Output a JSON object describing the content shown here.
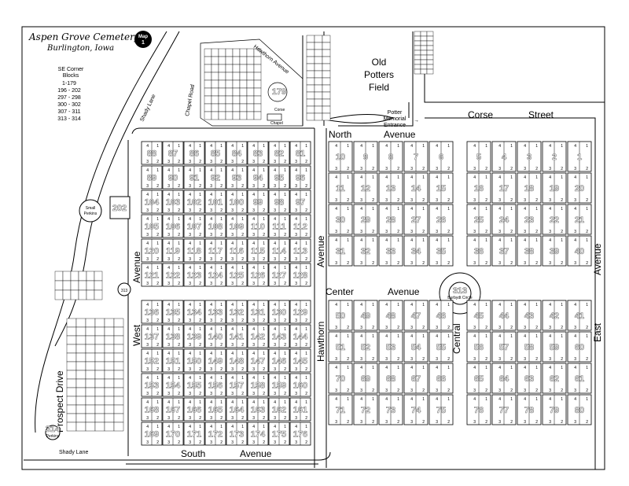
{
  "title": {
    "line1": "Aspen Grove Cemetery",
    "line2": "Burlington, Iowa",
    "badge_top": "Map",
    "badge_num": "1"
  },
  "legend": {
    "heading1": "SE Corner",
    "heading2": "Blocks",
    "ranges": [
      "1-179",
      "196 - 202",
      "297 - 298",
      "300 - 302",
      "307 - 311",
      "313 - 314"
    ]
  },
  "streets": {
    "shady_lane_top": "Shady Lane",
    "shady_lane_bottom": "Shady Lane",
    "chapel_road": "Chapel Road",
    "hawthorn_avenue_top": "Hawthorn Avenue",
    "north": "North",
    "north_avenue": "Avenue",
    "corse": "Corse",
    "corse_street": "Street",
    "center": "Center",
    "center_avenue": "Avenue",
    "south": "South",
    "south_avenue": "Avenue",
    "west": "West",
    "west_avenue": "Avenue",
    "hawthorn": "Hawthorn",
    "hawthorn_avenue": "Avenue",
    "central": "Central",
    "east": "East",
    "east_avenue": "Avenue",
    "prospect_drive": "Prospect Drive"
  },
  "places": {
    "old_potters_field_1": "Old",
    "old_potters_field_2": "Potters",
    "old_potters_field_3": "Field",
    "potter_1": "Potter",
    "potter_2": "Memorial",
    "potter_3": "Entrance",
    "corse_chapel": "Corse",
    "chapel": "Chapel",
    "small_perkins_1": "Small",
    "small_perkins_2": "Perkins",
    "circle_num": "313",
    "circle_name": "Burbydt Circle",
    "left_circle_num": "314",
    "left_circle_name": "Perkins",
    "small_circle_num": "313",
    "block_202": "202",
    "block_179": "179"
  },
  "lot_numbers": [
    "1",
    "2",
    "3",
    "4"
  ],
  "blocks": {
    "right_row1": [
      "10",
      "9",
      "8",
      "7",
      "6",
      "5",
      "4",
      "3",
      "2",
      "1"
    ],
    "right_row2": [
      "11",
      "12",
      "13",
      "14",
      "15",
      "16",
      "17",
      "18",
      "19",
      "20"
    ],
    "right_row3": [
      "30",
      "29",
      "28",
      "27",
      "26",
      "25",
      "24",
      "23",
      "22",
      "21"
    ],
    "right_row4": [
      "31",
      "32",
      "33",
      "34",
      "35",
      "36",
      "37",
      "38",
      "39",
      "40"
    ],
    "right_row5": [
      "50",
      "49",
      "48",
      "47",
      "46",
      "45",
      "44",
      "43",
      "42",
      "41"
    ],
    "right_row6": [
      "51",
      "52",
      "53",
      "54",
      "55",
      "56",
      "57",
      "58",
      "59",
      "60"
    ],
    "right_row7": [
      "70",
      "69",
      "68",
      "67",
      "66",
      "65",
      "64",
      "63",
      "62",
      "61"
    ],
    "right_row8": [
      "71",
      "72",
      "73",
      "74",
      "75",
      "76",
      "77",
      "78",
      "79",
      "80"
    ],
    "left_row1": [
      "88",
      "87",
      "86",
      "85",
      "84",
      "83",
      "82",
      "81"
    ],
    "left_row2": [
      "89",
      "90",
      "91",
      "92",
      "93",
      "94",
      "95",
      "96"
    ],
    "left_row3": [
      "104",
      "103",
      "102",
      "101",
      "100",
      "99",
      "98",
      "97"
    ],
    "left_row4": [
      "105",
      "106",
      "107",
      "108",
      "109",
      "110",
      "111",
      "112"
    ],
    "left_row5": [
      "120",
      "119",
      "118",
      "117",
      "116",
      "115",
      "114",
      "113"
    ],
    "left_row6": [
      "121",
      "122",
      "123",
      "124",
      "125",
      "126",
      "127",
      "128"
    ],
    "left_row7": [
      "136",
      "135",
      "134",
      "133",
      "132",
      "131",
      "130",
      "129"
    ],
    "left_row8": [
      "137",
      "138",
      "139",
      "140",
      "141",
      "142",
      "143",
      "144"
    ],
    "left_row9": [
      "152",
      "151",
      "150",
      "149",
      "148",
      "147",
      "146",
      "145"
    ],
    "left_row10": [
      "153",
      "154",
      "155",
      "156",
      "157",
      "158",
      "159",
      "160"
    ],
    "left_row11": [
      "168",
      "167",
      "166",
      "165",
      "164",
      "163",
      "162",
      "161"
    ],
    "left_row12": [
      "169",
      "170",
      "171",
      "172",
      "173",
      "174",
      "175",
      "176"
    ]
  },
  "colors": {
    "line": "#000000",
    "block_number": "#ffffff",
    "block_outline": "#777777"
  }
}
